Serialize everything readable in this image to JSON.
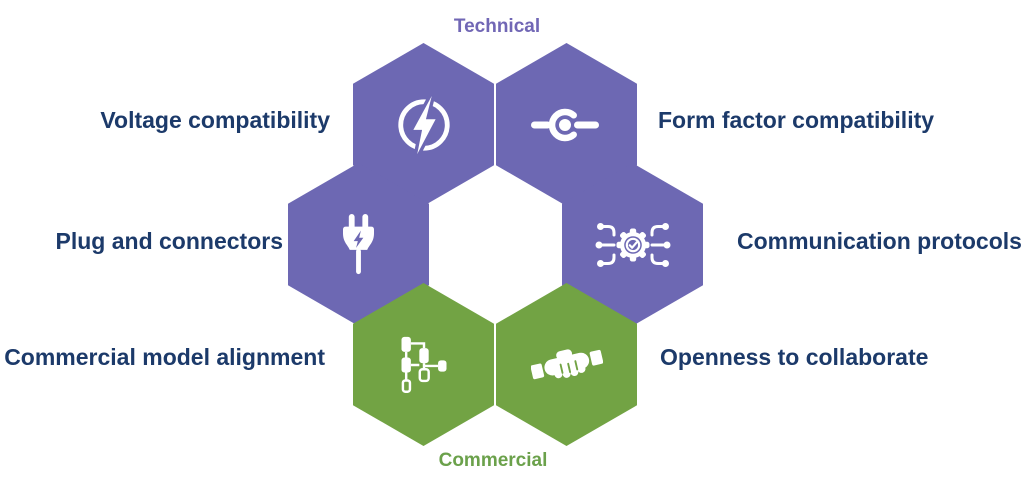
{
  "diagram": {
    "top_title": "Technical",
    "bottom_title": "Commercial",
    "colors": {
      "technical_hexagon": "#6d68b3",
      "commercial_hexagon": "#72a344",
      "label_text": "#1c3a6a",
      "technical_title_text": "#7167b5",
      "commercial_title_text": "#6ba14b",
      "icon": "#ffffff",
      "background": "#ffffff"
    },
    "hexagons": [
      {
        "id": "voltage",
        "group": "technical",
        "icon": "lightning-bolt-circle-icon",
        "label": "Voltage compatibility",
        "label_side": "left"
      },
      {
        "id": "form-factor",
        "group": "technical",
        "icon": "inline-connector-icon",
        "label": "Form factor compatibility",
        "label_side": "right"
      },
      {
        "id": "plug",
        "group": "technical",
        "icon": "power-plug-icon",
        "label": "Plug and connectors",
        "label_side": "left"
      },
      {
        "id": "communication",
        "group": "technical",
        "icon": "gear-network-check-icon",
        "label": "Communication protocols",
        "label_side": "right"
      },
      {
        "id": "commercial-model",
        "group": "commercial",
        "icon": "flowchart-icon",
        "label": "Commercial model alignment",
        "label_side": "left"
      },
      {
        "id": "openness",
        "group": "commercial",
        "icon": "handshake-icon",
        "label": "Openness to collaborate",
        "label_side": "right"
      }
    ]
  }
}
